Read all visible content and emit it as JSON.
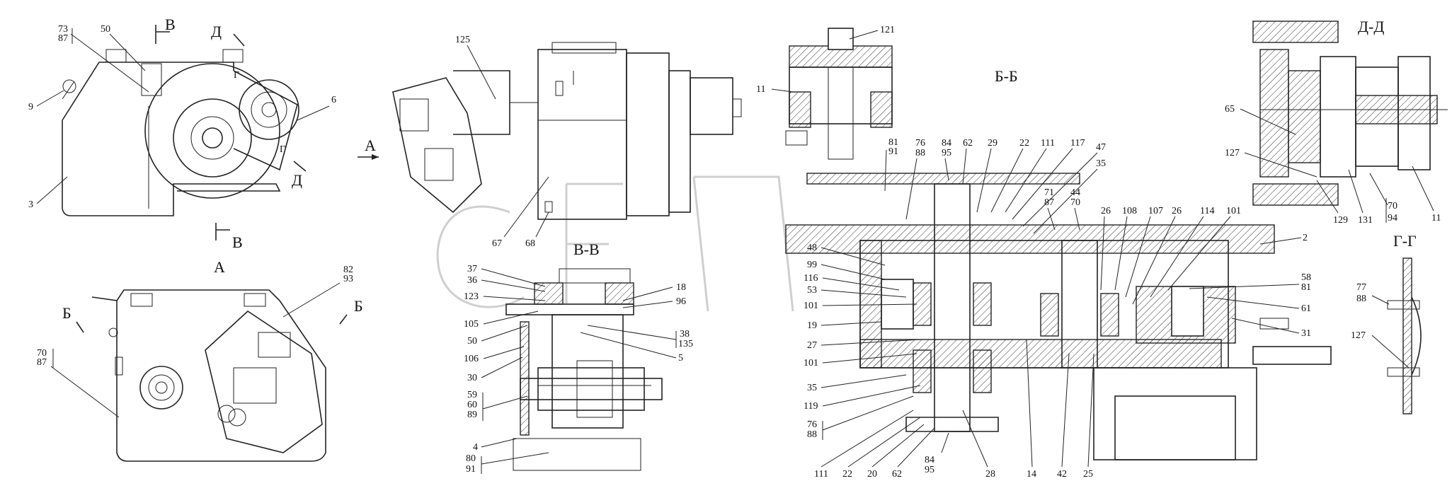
{
  "titles": {
    "view_a": "А",
    "sec_bb": "Б-Б",
    "sec_vv": "В-В",
    "sec_dd": "Д-Д",
    "sec_gg": "Г-Г"
  },
  "cut_marks": [
    "В",
    "В",
    "Д",
    "Д",
    "Г",
    "Г",
    "Б",
    "Б",
    "А"
  ],
  "labels_view1": [
    "73",
    "87",
    "50",
    "9",
    "6",
    "3"
  ],
  "labels_view_a": [
    "82",
    "93",
    "70",
    "87"
  ],
  "labels_side": [
    "125",
    "67",
    "68"
  ],
  "labels_vv": [
    "37",
    "36",
    "123",
    "105",
    "50",
    "106",
    "30",
    "59",
    "60",
    "89",
    "4",
    "80",
    "91",
    "18",
    "96",
    "38",
    "135",
    "5"
  ],
  "labels_bb_top": [
    "121",
    "11",
    "81",
    "91",
    "76",
    "88",
    "84",
    "95",
    "62",
    "29",
    "22",
    "111",
    "117",
    "47",
    "35",
    "71",
    "87",
    "44",
    "70",
    "26",
    "108",
    "107",
    "26",
    "114",
    "101",
    "2",
    "58",
    "81",
    "61",
    "31"
  ],
  "labels_bb_left": [
    "48",
    "99",
    "116",
    "53",
    "101",
    "19",
    "27",
    "101",
    "35",
    "119",
    "76",
    "88"
  ],
  "labels_bb_bottom": [
    "111",
    "22",
    "20",
    "62",
    "84",
    "95",
    "28",
    "14",
    "42",
    "25"
  ],
  "labels_dd": [
    "65",
    "127",
    "129",
    "131",
    "70",
    "94",
    "11"
  ],
  "labels_gg": [
    "77",
    "88",
    "127"
  ]
}
